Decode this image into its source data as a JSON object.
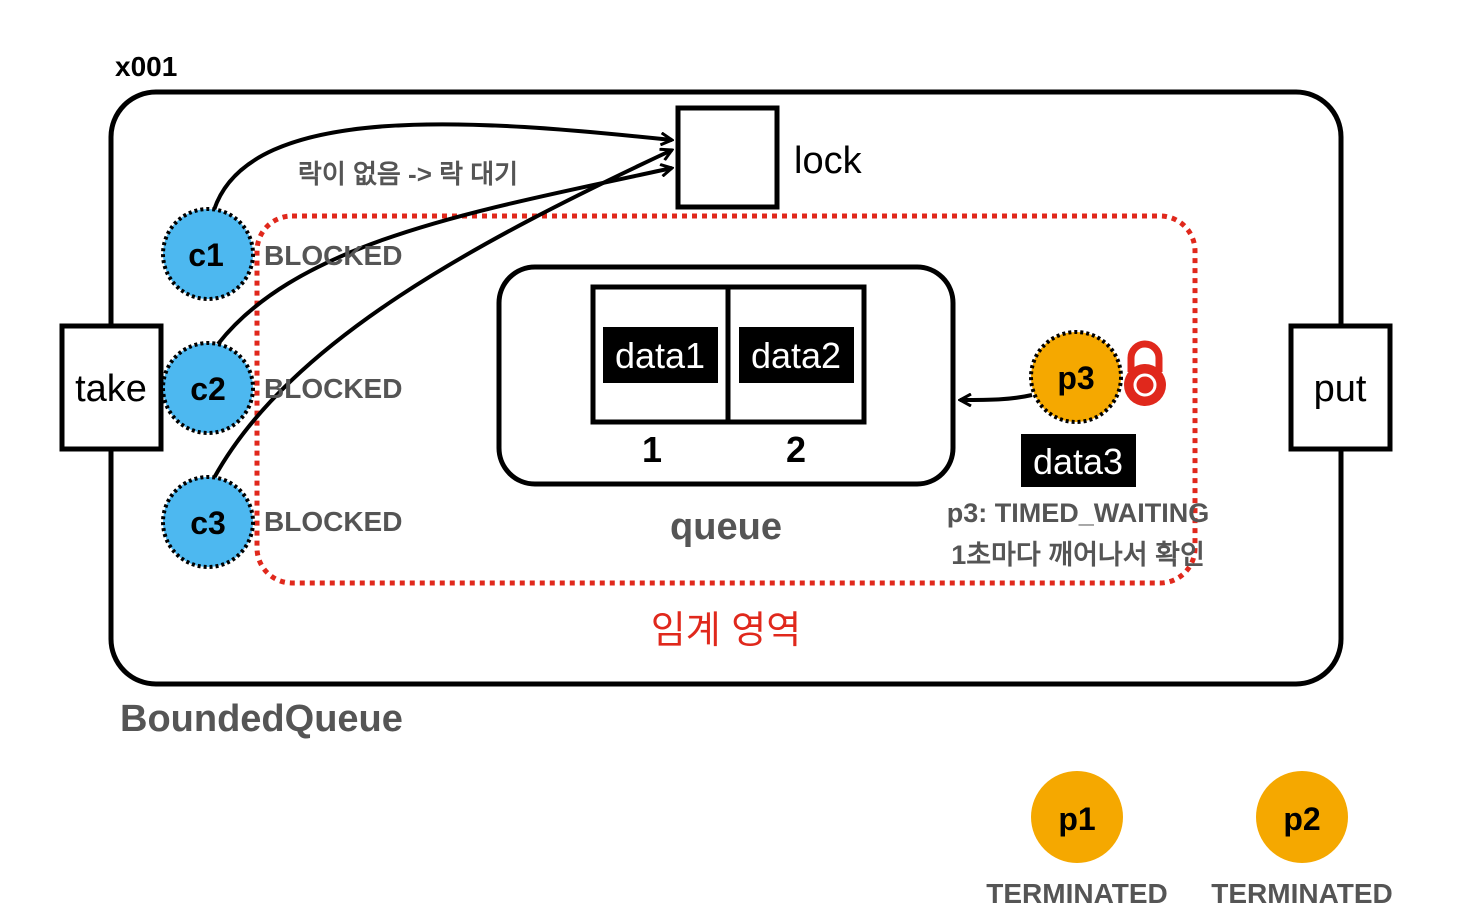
{
  "object_id": "x001",
  "container_label": "BoundedQueue",
  "lock": {
    "label": "lock"
  },
  "take_label": "take",
  "put_label": "put",
  "note_no_lock": "락이 없음 -> 락 대기",
  "critical_section_label": "임계 영역",
  "queue": {
    "label": "queue",
    "slots": [
      {
        "index": "1",
        "value": "data1"
      },
      {
        "index": "2",
        "value": "data2"
      }
    ]
  },
  "consumers": [
    {
      "name": "c1",
      "state": "BLOCKED"
    },
    {
      "name": "c2",
      "state": "BLOCKED"
    },
    {
      "name": "c3",
      "state": "BLOCKED"
    }
  ],
  "producer_waiting": {
    "name": "p3",
    "data": "data3",
    "status": "p3: TIMED_WAITING",
    "note": "1초마다 깨어나서 확인"
  },
  "producers_terminated": [
    {
      "name": "p1",
      "state": "TERMINATED"
    },
    {
      "name": "p2",
      "state": "TERMINATED"
    }
  ],
  "colors": {
    "consumer": "#4db8f0",
    "producer": "#f5a800",
    "critical": "#e0281c",
    "lock_icon": "#e0281c",
    "gray_text": "#555555"
  }
}
